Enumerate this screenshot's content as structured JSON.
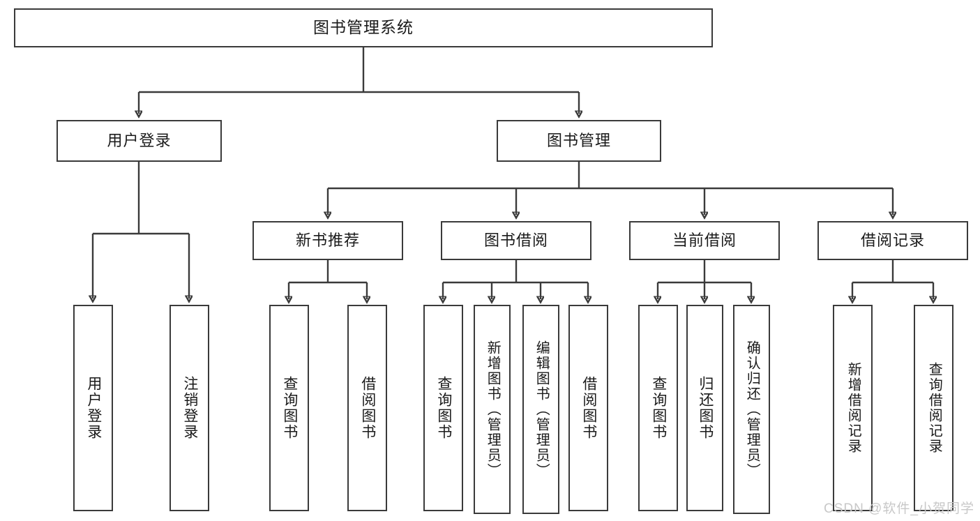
{
  "diagram": {
    "type": "tree",
    "title": "图书管理系统",
    "watermark": "CSDN @软件_小贺同学",
    "colors": {
      "stroke": "#3a3a3a",
      "node_fill": "#ffffff",
      "text": "#1a1a1a",
      "watermark": "#c8c8c8",
      "background": "#ffffff"
    },
    "root": {
      "label": "图书管理系统"
    },
    "level1": [
      {
        "label": "用户登录"
      },
      {
        "label": "图书管理"
      }
    ],
    "level2": [
      {
        "label": "新书推荐"
      },
      {
        "label": "图书借阅"
      },
      {
        "label": "当前借阅"
      },
      {
        "label": "借阅记录"
      }
    ],
    "leaves": {
      "user_login": [
        {
          "label": "用户登录"
        },
        {
          "label": "注销登录"
        }
      ],
      "new_book_recommend": [
        {
          "label": "查询图书"
        },
        {
          "label": "借阅图书"
        }
      ],
      "book_borrow": [
        {
          "label": "查询图书"
        },
        {
          "label": "新增图书（管理员）"
        },
        {
          "label": "编辑图书（管理员）"
        },
        {
          "label": "借阅图书"
        }
      ],
      "current_borrow": [
        {
          "label": "查询图书"
        },
        {
          "label": "归还图书"
        },
        {
          "label": "确认归还（管理员）"
        }
      ],
      "borrow_record": [
        {
          "label": "新增借阅记录"
        },
        {
          "label": "查询借阅记录"
        }
      ]
    }
  }
}
